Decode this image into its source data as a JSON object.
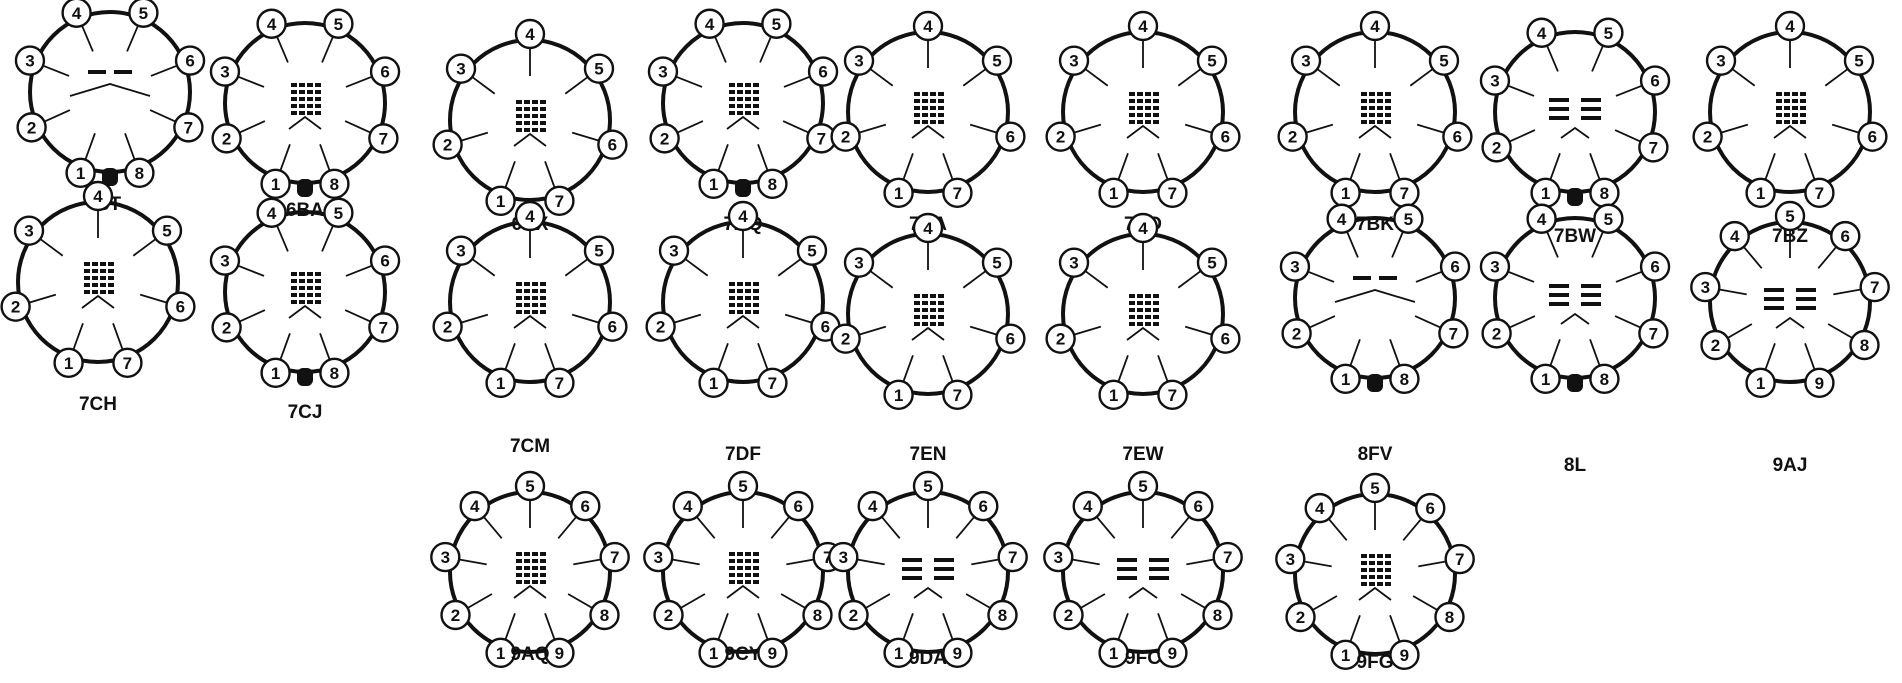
{
  "sheet": {
    "ink_color": "#111111",
    "background_color": "#ffffff"
  },
  "bases": [
    {
      "name": "5T",
      "pins": [
        "1",
        "2",
        "3",
        "4",
        "5",
        "6",
        "7",
        "8"
      ],
      "keyed": true,
      "kind": "diode"
    },
    {
      "name": "6BA",
      "pins": [
        "1",
        "2",
        "3",
        "4",
        "5",
        "6",
        "7",
        "8"
      ],
      "keyed": true,
      "kind": "pentode"
    },
    {
      "name": "6BX",
      "pins": [
        "1",
        "2",
        "3",
        "4",
        "5",
        "6",
        "7"
      ],
      "keyed": false,
      "kind": "pentode"
    },
    {
      "name": "7AQ",
      "pins": [
        "1",
        "2",
        "3",
        "4",
        "5",
        "6",
        "7",
        "8"
      ],
      "keyed": true,
      "kind": "pentode"
    },
    {
      "name": "7BA",
      "pins": [
        "1",
        "2",
        "3",
        "4",
        "5",
        "6",
        "7"
      ],
      "keyed": false,
      "kind": "pentode"
    },
    {
      "name": "7BD",
      "pins": [
        "1",
        "2",
        "3",
        "4",
        "5",
        "6",
        "7"
      ],
      "keyed": false,
      "kind": "pentode"
    },
    {
      "name": "7BK",
      "pins": [
        "1",
        "2",
        "3",
        "4",
        "5",
        "6",
        "7"
      ],
      "keyed": false,
      "kind": "pentode"
    },
    {
      "name": "7BW",
      "pins": [
        "1",
        "2",
        "3",
        "4",
        "5",
        "6",
        "7",
        "8"
      ],
      "keyed": true,
      "kind": "twin"
    },
    {
      "name": "7BZ",
      "pins": [
        "1",
        "2",
        "3",
        "4",
        "5",
        "6",
        "7"
      ],
      "keyed": false,
      "kind": "pentode"
    },
    {
      "name": "7CH",
      "pins": [
        "1",
        "2",
        "3",
        "4",
        "5",
        "6",
        "7"
      ],
      "keyed": false,
      "kind": "pentode"
    },
    {
      "name": "7CJ",
      "pins": [
        "1",
        "2",
        "3",
        "4",
        "5",
        "6",
        "7",
        "8"
      ],
      "keyed": true,
      "kind": "pentode"
    },
    {
      "name": "7CM",
      "pins": [
        "1",
        "2",
        "3",
        "4",
        "5",
        "6",
        "7"
      ],
      "keyed": false,
      "kind": "pentode"
    },
    {
      "name": "7DF",
      "pins": [
        "1",
        "2",
        "3",
        "4",
        "5",
        "6",
        "7"
      ],
      "keyed": false,
      "kind": "pentode"
    },
    {
      "name": "7EN",
      "pins": [
        "1",
        "2",
        "3",
        "4",
        "5",
        "6",
        "7"
      ],
      "keyed": false,
      "kind": "pentode"
    },
    {
      "name": "7EW",
      "pins": [
        "1",
        "2",
        "3",
        "4",
        "5",
        "6",
        "7"
      ],
      "keyed": false,
      "kind": "pentode"
    },
    {
      "name": "8FV",
      "pins": [
        "1",
        "2",
        "3",
        "4",
        "5",
        "6",
        "7",
        "8"
      ],
      "keyed": true,
      "kind": "diode"
    },
    {
      "name": "8L",
      "pins": [
        "1",
        "2",
        "3",
        "4",
        "5",
        "6",
        "7",
        "8"
      ],
      "keyed": true,
      "kind": "twin"
    },
    {
      "name": "9AJ",
      "pins": [
        "1",
        "2",
        "3",
        "4",
        "5",
        "6",
        "7",
        "8",
        "9"
      ],
      "keyed": false,
      "kind": "twin"
    },
    {
      "name": "9AQ",
      "pins": [
        "1",
        "2",
        "3",
        "4",
        "5",
        "6",
        "7",
        "8",
        "9"
      ],
      "keyed": false,
      "kind": "pentode"
    },
    {
      "name": "9CY",
      "pins": [
        "1",
        "2",
        "3",
        "4",
        "5",
        "6",
        "7",
        "8",
        "9"
      ],
      "keyed": false,
      "kind": "pentode"
    },
    {
      "name": "9DA",
      "pins": [
        "1",
        "2",
        "3",
        "4",
        "5",
        "6",
        "7",
        "8",
        "9"
      ],
      "keyed": false,
      "kind": "twin"
    },
    {
      "name": "9FC",
      "pins": [
        "1",
        "2",
        "3",
        "4",
        "5",
        "6",
        "7",
        "8",
        "9"
      ],
      "keyed": false,
      "kind": "twin"
    },
    {
      "name": "9FG",
      "pins": [
        "1",
        "2",
        "3",
        "4",
        "5",
        "6",
        "7",
        "8",
        "9"
      ],
      "keyed": false,
      "kind": "pentode"
    }
  ]
}
